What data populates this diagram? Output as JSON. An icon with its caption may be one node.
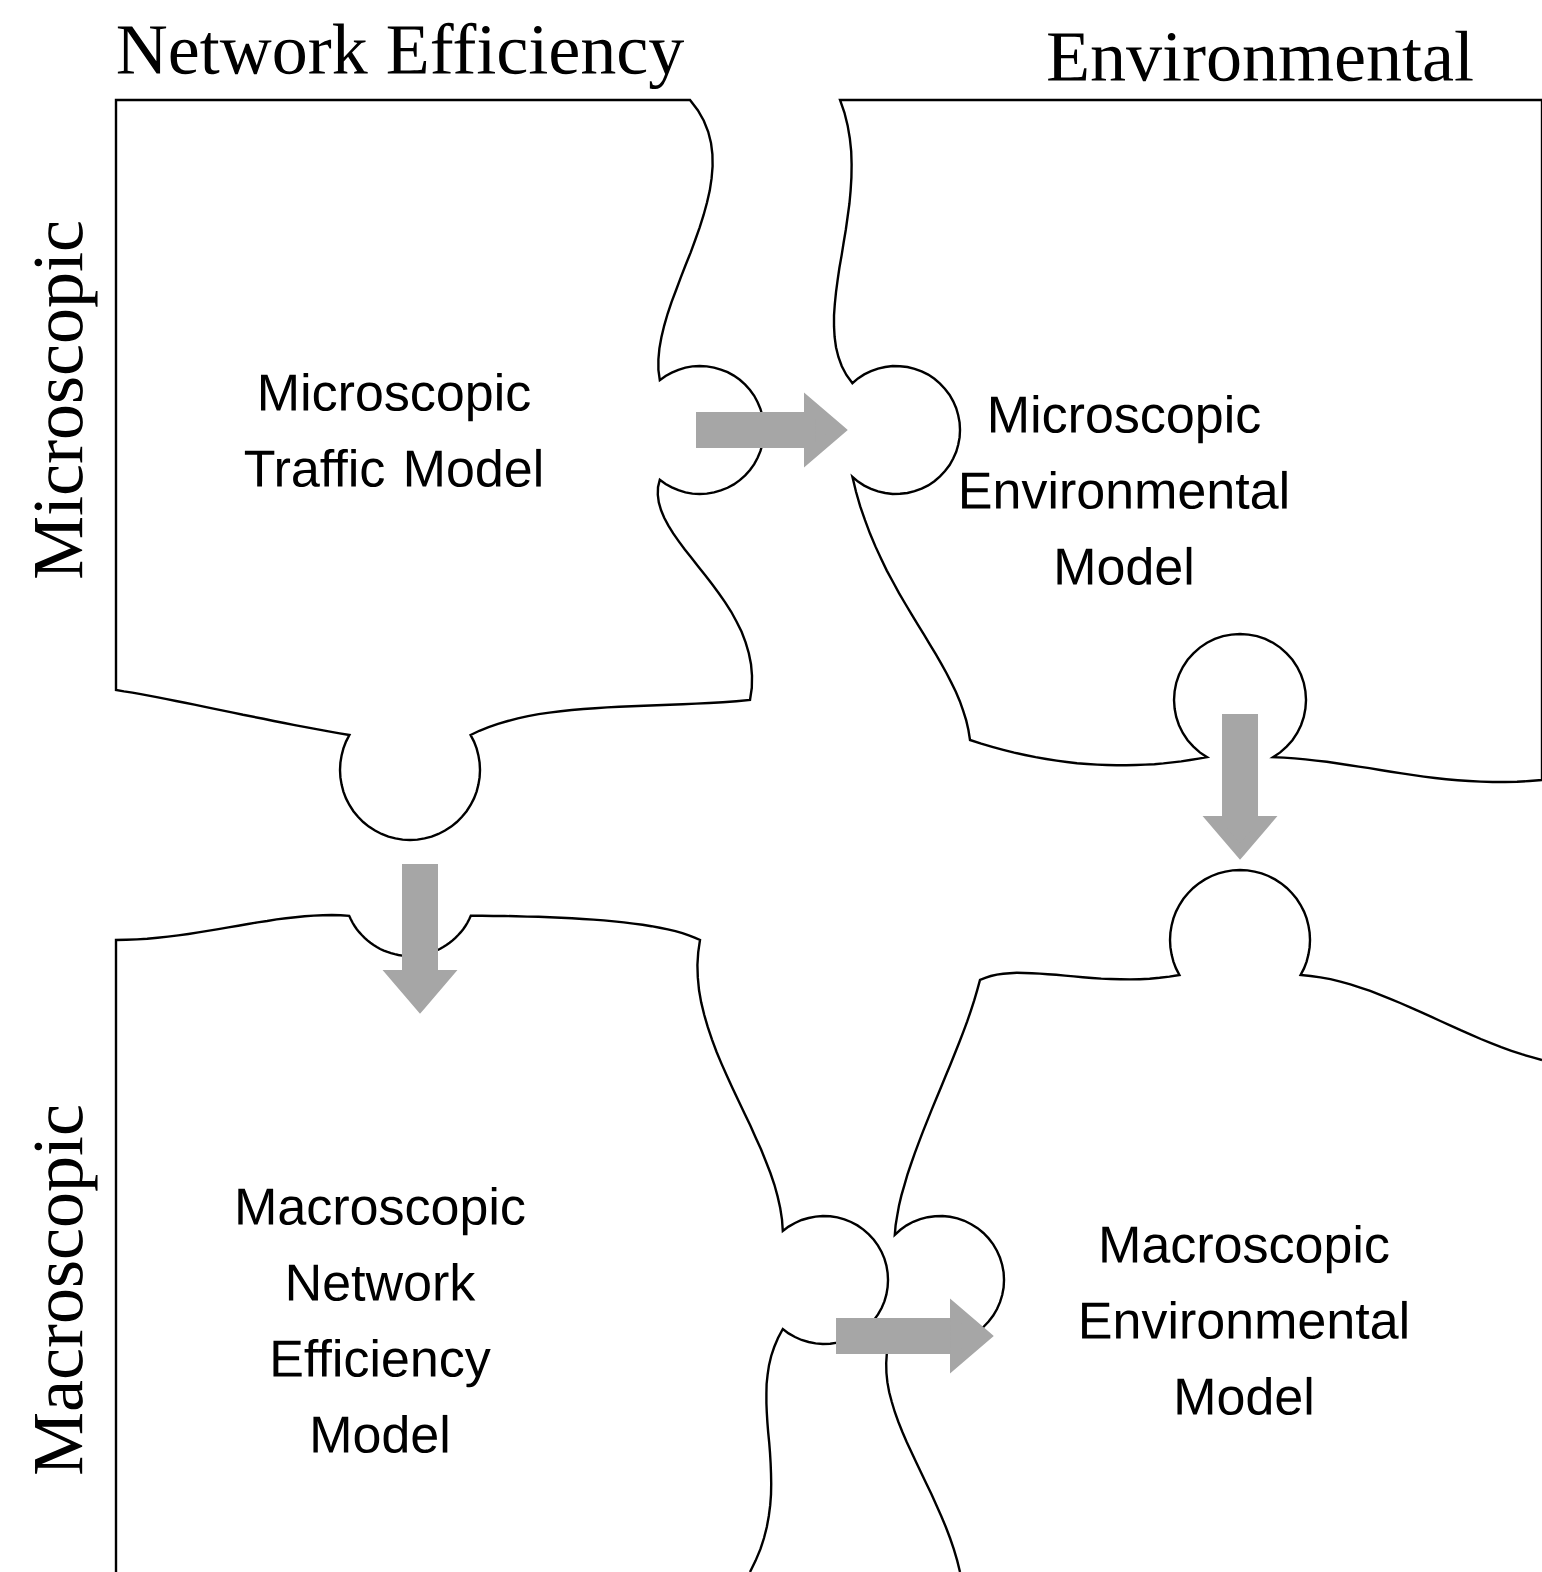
{
  "diagram": {
    "nodes": [
      {
        "text": [
          "Microscopic Traffic Model"
        ]
      },
      {
        "text": [
          "Microscopic Environmental Model"
        ]
      },
      {
        "text": [
          "Macroscopic Network Efficiency Model"
        ]
      },
      {
        "text": [
          "Macroscopic Environmental Model"
        ]
      }
    ],
    "edges": [
      {
        "from": 0,
        "to": 1,
        "arrow": "to"
      },
      {
        "from": 0,
        "to": 2,
        "arrow": "to"
      },
      {
        "from": 1,
        "to": 3,
        "arrow": "to"
      },
      {
        "from": 2,
        "to": 3,
        "arrow": "to"
      }
    ],
    "labels": [
      "Network Efficiency",
      "Environmental",
      "Microscopic",
      "Macroscopic"
    ]
  }
}
